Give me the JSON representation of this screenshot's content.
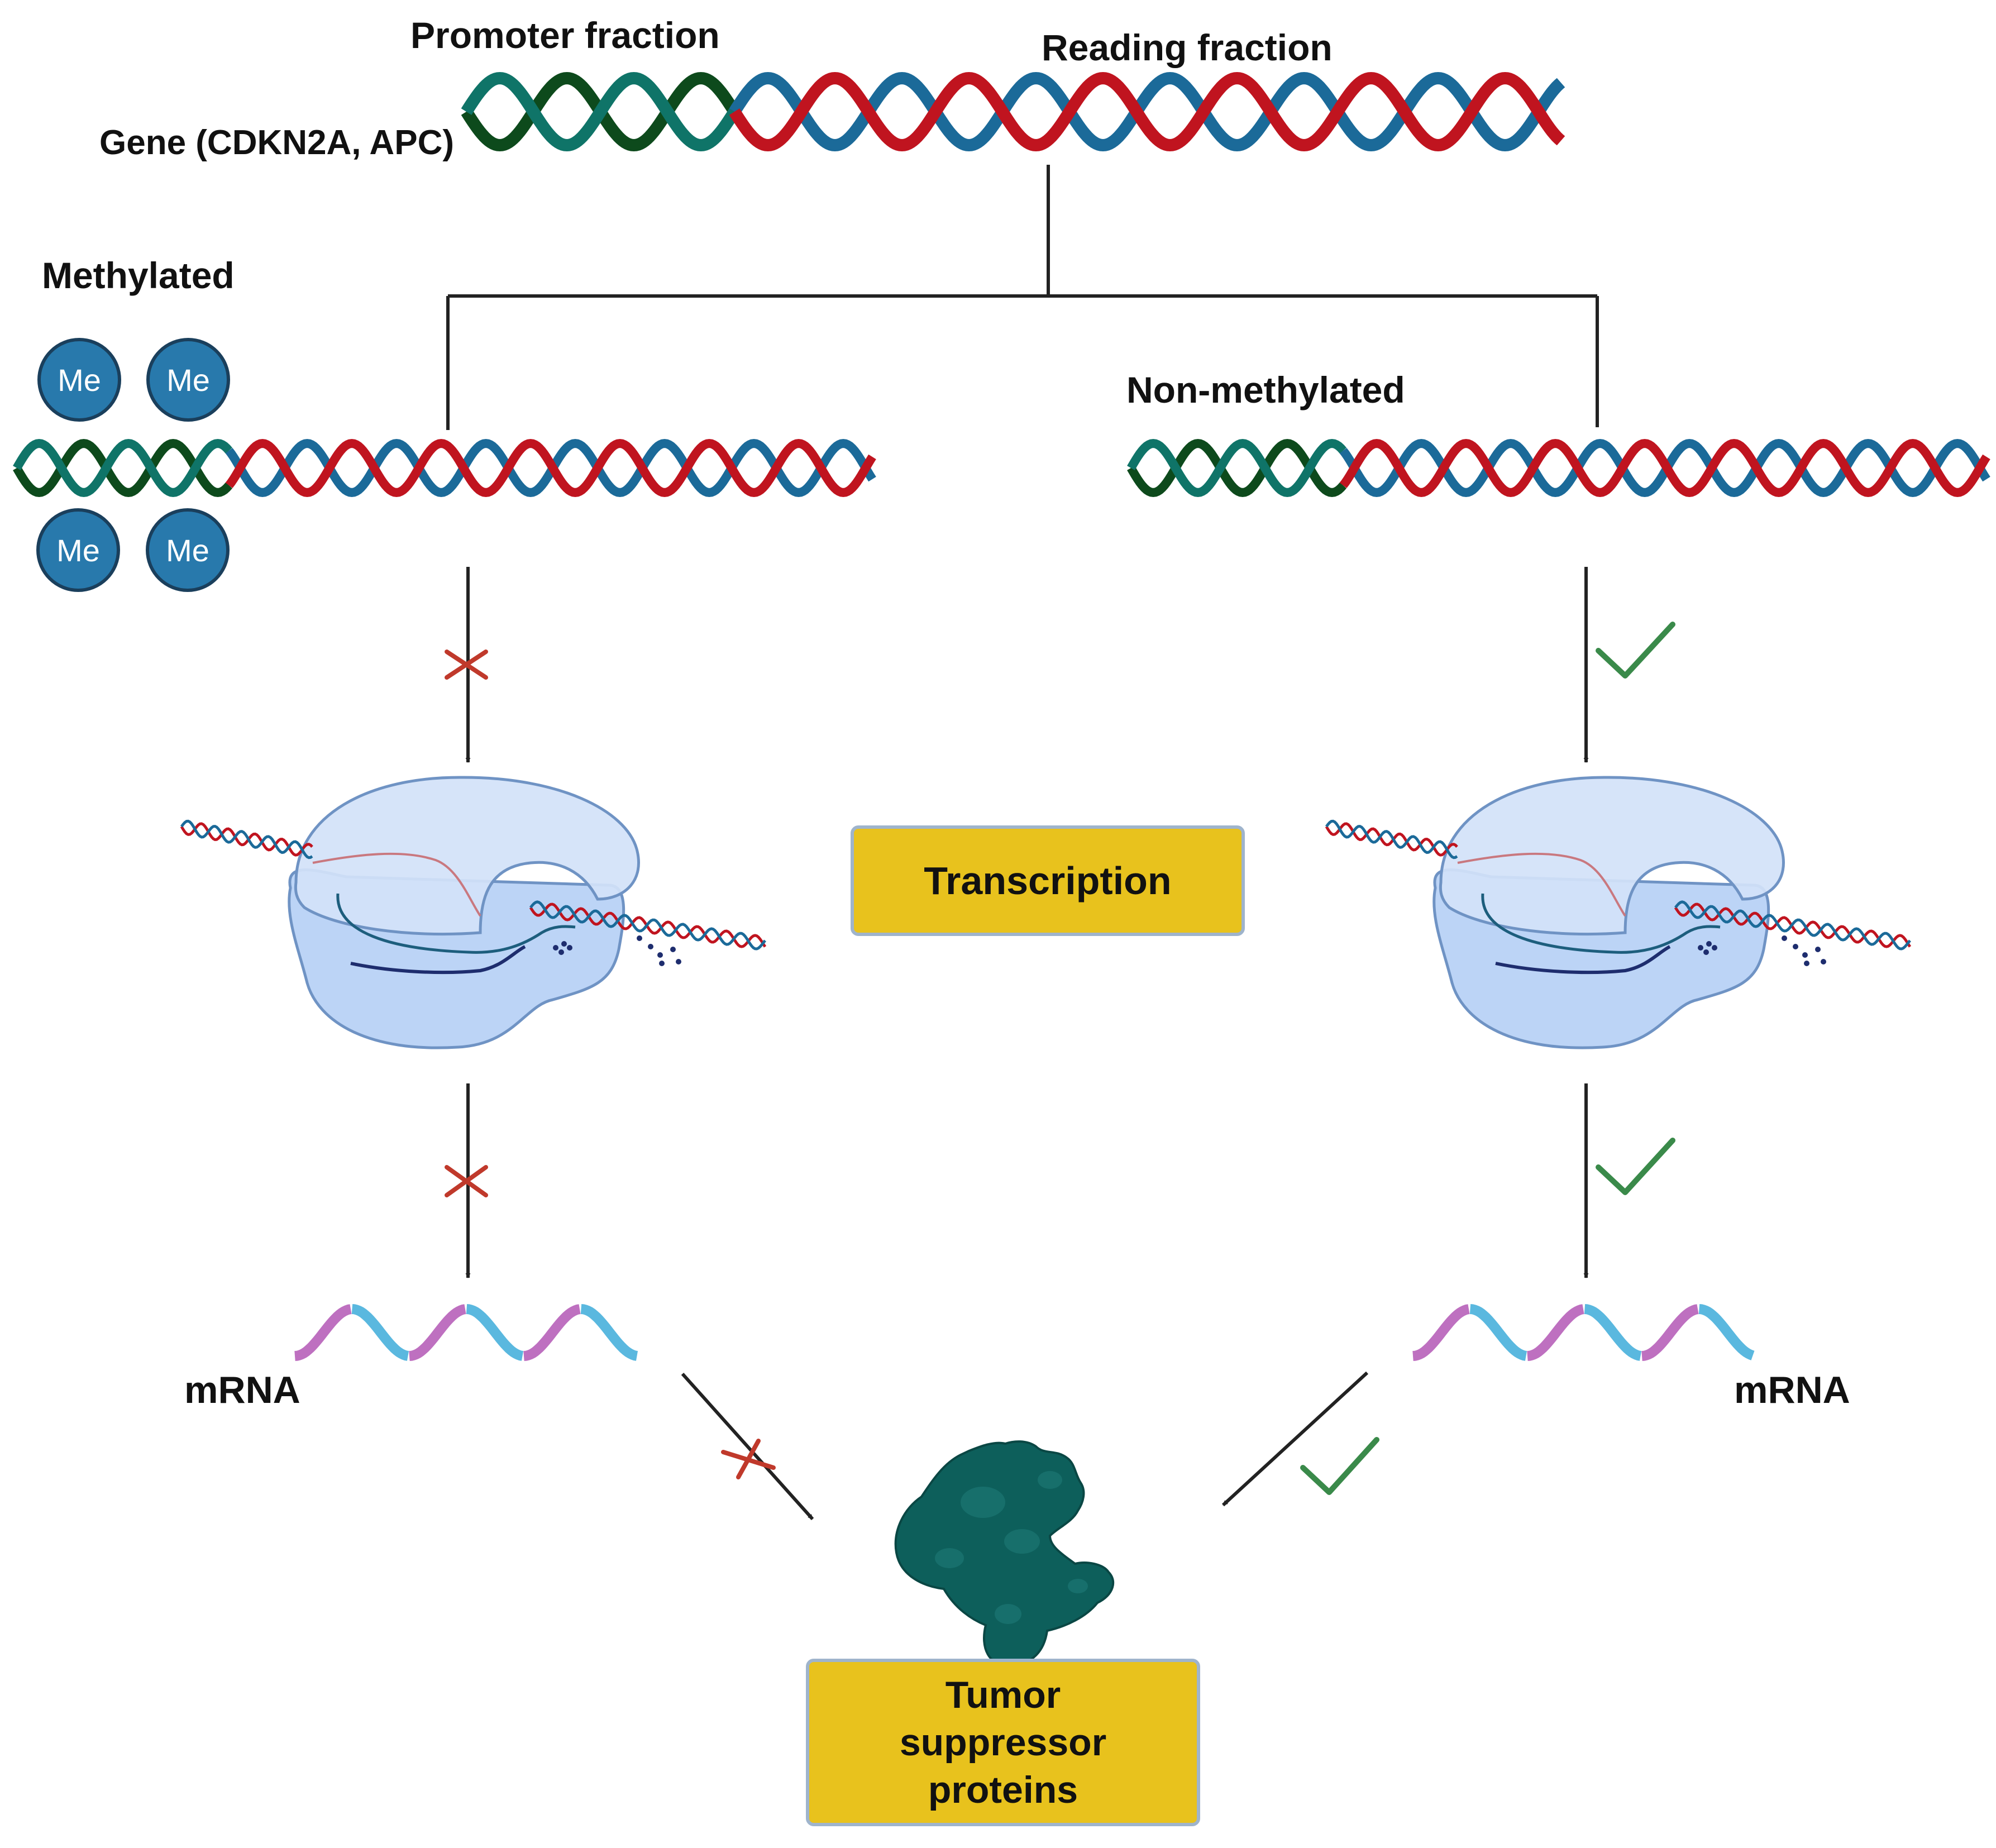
{
  "labels": {
    "promoter_fraction": "Promoter fraction",
    "reading_fraction": "Reading fraction",
    "gene": "Gene (CDKN2A, APC)",
    "methylated": "Methylated",
    "non_methylated": "Non-methylated",
    "mrna_left": "mRNA",
    "mrna_right": "mRNA",
    "methyl_badge": "Me"
  },
  "boxes": {
    "transcription": "Transcription",
    "tumor_suppressor": [
      "Tumor",
      "suppressor",
      "proteins"
    ]
  },
  "pathways": {
    "methylated": {
      "status": "blocked",
      "marker": "x-icon",
      "color": "#c0392b"
    },
    "non_methylated": {
      "status": "allowed",
      "marker": "check-icon",
      "color": "#3a8a4a"
    }
  },
  "colors": {
    "dna_strand_red": "#c0141f",
    "dna_strand_blue": "#1b6a99",
    "promoter_dark": "#0d4a1c",
    "promoter_teal": "#0f7468",
    "me_badge": "#2879ac",
    "box_fill": "#e8c21d",
    "protein": "#0d5f5b",
    "mrna_blue": "#5ab8df",
    "mrna_purple": "#be70c0",
    "polymerase": "#c9daf4"
  }
}
